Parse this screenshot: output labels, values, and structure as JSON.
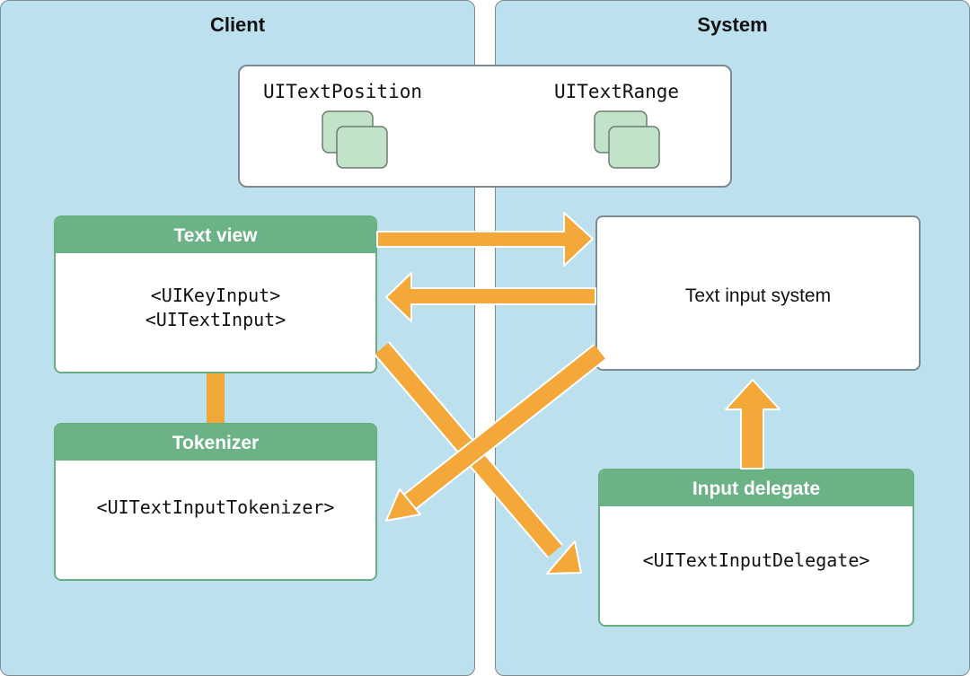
{
  "panels": {
    "client": {
      "title": "Client"
    },
    "system": {
      "title": "System"
    }
  },
  "shared_objects": {
    "position_label": "UITextPosition",
    "range_label": "UITextRange",
    "card_color": "#c2e3c8"
  },
  "text_view": {
    "header": "Text view",
    "protocols": [
      "<UIKeyInput>",
      "<UITextInput>"
    ]
  },
  "tokenizer": {
    "header": "Tokenizer",
    "protocol": "<UITextInputTokenizer>"
  },
  "text_input_system": {
    "label": "Text input system"
  },
  "input_delegate": {
    "header": "Input delegate",
    "protocol": "<UITextInputDelegate>"
  },
  "colors": {
    "panel_bg": "#bde0ee",
    "header_green": "#6bb387",
    "arrow_orange": "#f4a83a"
  }
}
